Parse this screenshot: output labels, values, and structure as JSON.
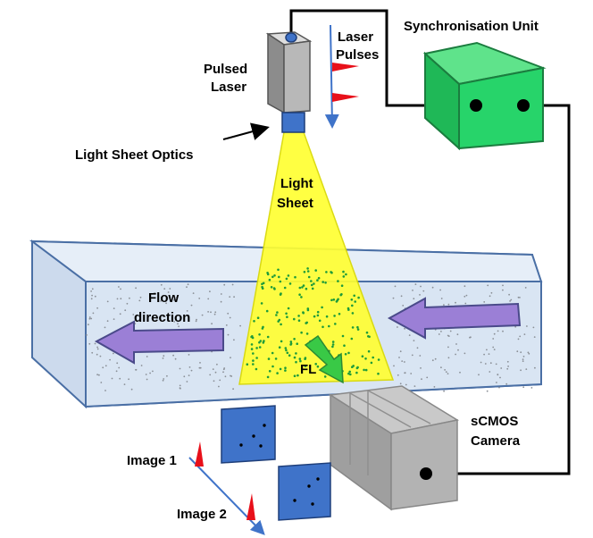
{
  "labels": {
    "sync_unit": "Synchronisation Unit",
    "laser_pulses_1": "Laser",
    "laser_pulses_2": "Pulses",
    "pulsed_laser_1": "Pulsed",
    "pulsed_laser_2": "Laser",
    "light_sheet_optics": "Light Sheet Optics",
    "light_sheet_1": "Light",
    "light_sheet_2": "Sheet",
    "flow_direction_1": "Flow",
    "flow_direction_2": "direction",
    "fl": "FL",
    "camera_1": "sCMOS",
    "camera_2": "Camera",
    "image_1": "Image 1",
    "image_2": "Image 2"
  },
  "colors": {
    "sync_unit": "#27d46a",
    "light_sheet": "#ffff33",
    "flow_arrow": "#9b7fd6",
    "fl_arrow": "#39c946",
    "camera": "#a8a8a8",
    "image_frame": "#3f73c9",
    "pulse": "#e8101a",
    "channel": "#dde8f5",
    "laser_lens": "#3f73c9"
  }
}
